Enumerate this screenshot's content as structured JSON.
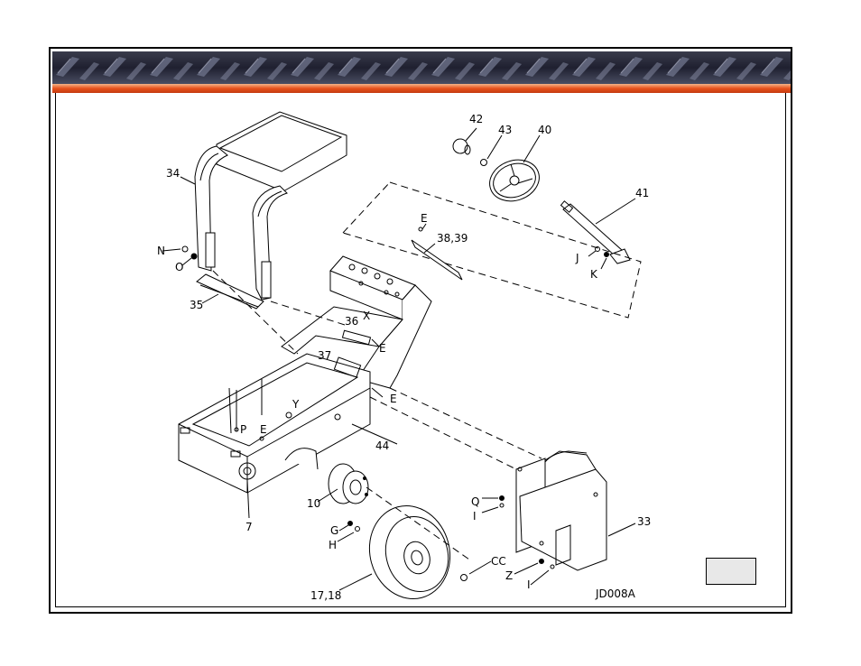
{
  "labels": {
    "p34": "34",
    "p35": "35",
    "pN": "N",
    "pO": "O",
    "p42": "42",
    "p43": "43",
    "p40": "40",
    "p41": "41",
    "pE1": "E",
    "p3839": "38,39",
    "pJ": "J",
    "pK": "K",
    "p36": "36",
    "pX": "X",
    "pE2": "E",
    "p37": "37",
    "pE3": "E",
    "pY": "Y",
    "pP": "P",
    "pE4": "E",
    "p44": "44",
    "p7": "7",
    "p10": "10",
    "pG": "G",
    "pH": "H",
    "pQ": "Q",
    "pI1": "I",
    "p33": "33",
    "pCC": "CC",
    "pZ": "Z",
    "pI2": "I",
    "p1718": "17,18",
    "drawing_id": "JD008A"
  },
  "colors": {
    "banner_dark": "#2b2c3a",
    "banner_mid": "#5a5f74",
    "banner_stripe": "#e8521c",
    "banner_light": "#f0a070"
  }
}
